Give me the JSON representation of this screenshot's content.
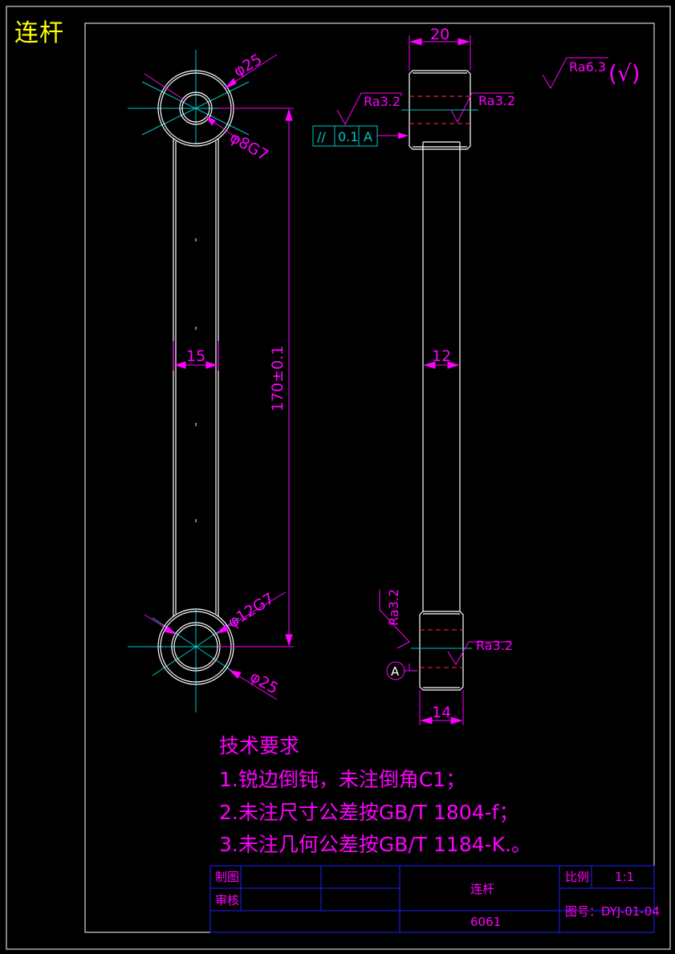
{
  "sheet": {
    "title": "连杆"
  },
  "dimensions": {
    "d25_top": "φ25",
    "d8g7": "φ8G7",
    "d12g7": "φ12G7",
    "d25_bottom": "φ25",
    "length": "170±0.1",
    "width15": "15",
    "width20": "20",
    "width12": "12",
    "width14": "14"
  },
  "roughness": {
    "general": "Ra6.3",
    "general_suffix": "(√)",
    "top_left": "Ra3.2",
    "top_right": "Ra3.2",
    "bottom_vertical": "Ra3.2",
    "bottom_right": "Ra3.2"
  },
  "tolerance_frame": {
    "symbol": "//",
    "value": "0.1",
    "datum": "A"
  },
  "datum_marker": "A",
  "requirements": {
    "heading": "技术要求",
    "items": [
      "1.锐边倒钝，未注倒角C1；",
      "2.未注尺寸公差按GB/T 1804-f；",
      "3.未注几何公差按GB/T 1184-K.。"
    ]
  },
  "title_block": {
    "drawn_label": "制图",
    "checked_label": "审核",
    "part_name": "连杆",
    "material": "6061",
    "scale_label": "比例",
    "scale_value": "1:1",
    "drawing_no": "图号：DYJ-01-04"
  },
  "colors": {
    "background": "#000000",
    "outline": "#ffffff",
    "centerline": "#00c8c8",
    "dimension": "#ff00ff",
    "hidden": "#ff3030",
    "title_block": "#2020ff",
    "title": "#ffff00"
  }
}
